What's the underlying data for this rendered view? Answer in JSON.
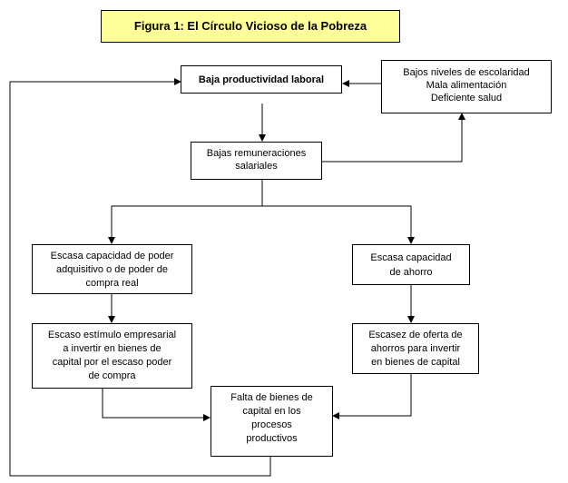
{
  "title": "Figura 1: El Círculo Vicioso de la Pobreza",
  "nodes": {
    "productividad": {
      "lines": [
        "Baja productividad laboral"
      ]
    },
    "factores": {
      "lines": [
        "Bajos niveles de escolaridad",
        "Mala alimentación",
        "Deficiente salud"
      ]
    },
    "remuneraciones": {
      "lines": [
        "Bajas remuneraciones",
        "salariales"
      ]
    },
    "poder_compra": {
      "lines": [
        "Escasa capacidad de poder",
        "adquisitivo o de poder de",
        "compra real"
      ]
    },
    "ahorro": {
      "lines": [
        "Escasa capacidad",
        "de ahorro"
      ]
    },
    "estimulo": {
      "lines": [
        "Escaso estímulo empresarial",
        "a invertir en bienes de",
        "capital por el escaso poder",
        "de compra"
      ]
    },
    "oferta_ahorros": {
      "lines": [
        "Escasez de oferta de",
        "ahorros para invertir",
        "en bienes de capital"
      ]
    },
    "bienes_capital": {
      "lines": [
        "Falta de bienes de",
        "capital en los",
        "procesos",
        "productivos"
      ]
    }
  }
}
